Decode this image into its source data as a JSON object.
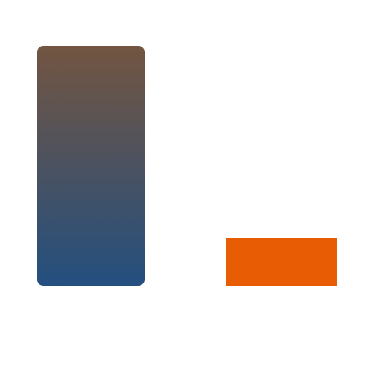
{
  "chart_data": {
    "type": "bar",
    "categories": [
      "",
      ""
    ],
    "values": [
      5,
      1
    ],
    "ylim": [
      0,
      5
    ],
    "grid": false,
    "legend": "none",
    "colors": {
      "bar_1_top": "#735541",
      "bar_1_bottom": "#234f7f",
      "bar_2": "#e85d04"
    }
  }
}
